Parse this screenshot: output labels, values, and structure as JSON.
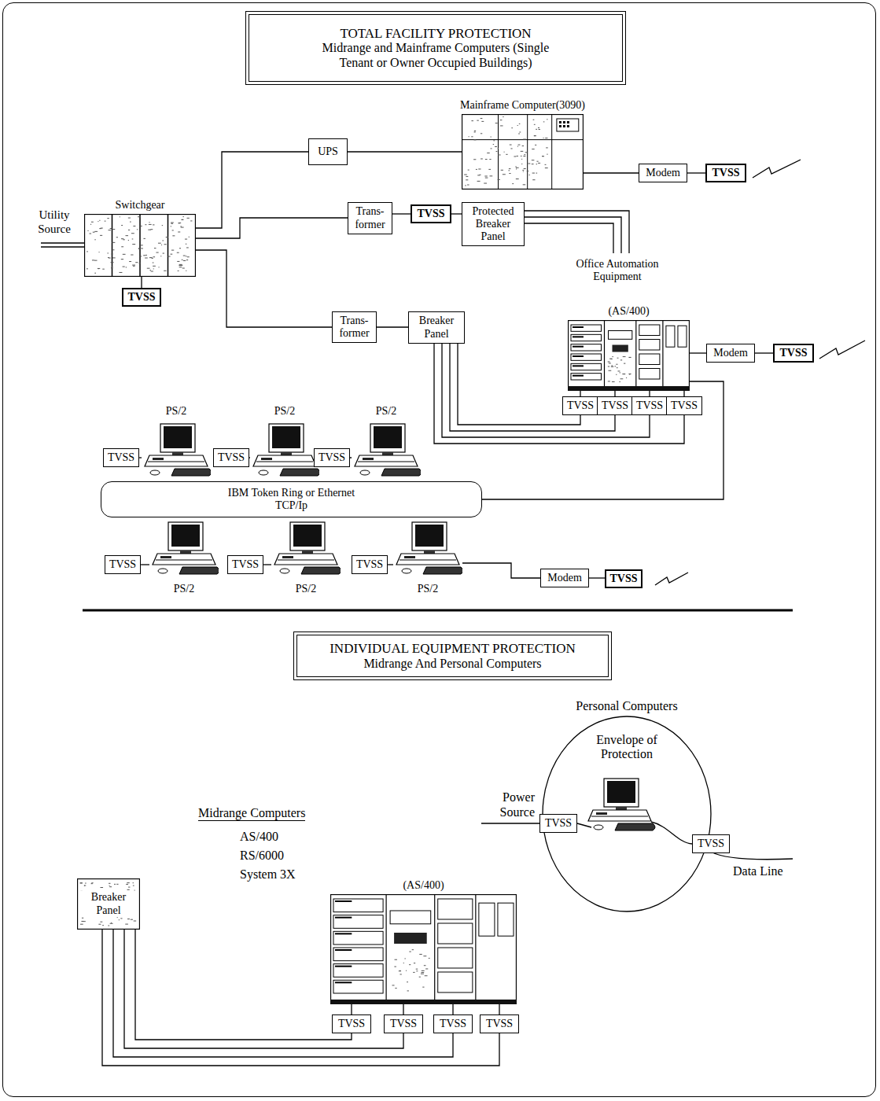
{
  "diagram": {
    "nodes": [
      {
        "text": [
          "TOTAL FACILITY PROTECTION",
          "Midrange and Mainframe Computers (Single Tenant or Owner Occupied Buildings)"
        ]
      },
      {
        "text": [
          "Switchgear"
        ]
      },
      {
        "text": [
          "TVSS"
        ]
      },
      {
        "text": [
          "UPS"
        ]
      },
      {
        "text": [
          "Mainframe Computer(3090)"
        ]
      },
      {
        "text": [
          "Modem"
        ]
      },
      {
        "text": [
          "TVSS"
        ]
      },
      {
        "text": [
          "Trans- former"
        ]
      },
      {
        "text": [
          "TVSS"
        ]
      },
      {
        "text": [
          "Protected Breaker Panel"
        ]
      },
      {
        "text": [
          "Office Automation Equipment"
        ]
      },
      {
        "text": [
          "Trans- former"
        ]
      },
      {
        "text": [
          "Breaker Panel"
        ]
      },
      {
        "text": [
          "(AS/400)"
        ]
      },
      {
        "text": [
          "Modem"
        ]
      },
      {
        "text": [
          "TVSS"
        ]
      },
      {
        "text": [
          "TVSS"
        ]
      },
      {
        "text": [
          "TVSS"
        ]
      },
      {
        "text": [
          "TVSS"
        ]
      },
      {
        "text": [
          "TVSS"
        ]
      },
      {
        "text": [
          "TVSS"
        ]
      },
      {
        "text": [
          "PS/2"
        ]
      },
      {
        "text": [
          "TVSS"
        ]
      },
      {
        "text": [
          "PS/2"
        ]
      },
      {
        "text": [
          "TVSS"
        ]
      },
      {
        "text": [
          "PS/2"
        ]
      },
      {
        "text": [
          "IBM Token Ring or Ethernet TCP/Ip"
        ]
      },
      {
        "text": [
          "TVSS"
        ]
      },
      {
        "text": [
          "PS/2"
        ]
      },
      {
        "text": [
          "TVSS"
        ]
      },
      {
        "text": [
          "PS/2"
        ]
      },
      {
        "text": [
          "TVSS"
        ]
      },
      {
        "text": [
          "PS/2"
        ]
      },
      {
        "text": [
          "Modem"
        ]
      },
      {
        "text": [
          "TVSS"
        ]
      },
      {
        "text": [
          "INDIVIDUAL EQUIPMENT PROTECTION",
          "Midrange And Personal Computers"
        ]
      },
      {
        "text": [
          "Personal Computers",
          "Envelope of Protection"
        ]
      },
      {
        "text": [
          "TVSS"
        ]
      },
      {
        "text": [
          "TVSS"
        ]
      },
      {
        "text": [
          "Breaker Panel"
        ]
      },
      {
        "text": [
          "(AS/400)"
        ]
      },
      {
        "text": [
          "TVSS"
        ]
      },
      {
        "text": [
          "TVSS"
        ]
      },
      {
        "text": [
          "TVSS"
        ]
      },
      {
        "text": [
          "TVSS"
        ]
      }
    ],
    "edges": [
      {
        "from": 1,
        "to": 2,
        "arrow": "none"
      },
      {
        "from": 1,
        "to": 3,
        "arrow": "none"
      },
      {
        "from": 3,
        "to": 4,
        "arrow": "none"
      },
      {
        "from": 4,
        "to": 5,
        "arrow": "none"
      },
      {
        "from": 5,
        "to": 6,
        "arrow": "none"
      },
      {
        "from": 1,
        "to": 7,
        "arrow": "none"
      },
      {
        "from": 7,
        "to": 8,
        "arrow": "none"
      },
      {
        "from": 8,
        "to": 9,
        "arrow": "none"
      },
      {
        "from": 9,
        "to": 10,
        "arrow": "none"
      },
      {
        "from": 1,
        "to": 11,
        "arrow": "none"
      },
      {
        "from": 11,
        "to": 12,
        "arrow": "none"
      },
      {
        "from": 12,
        "to": 16,
        "arrow": "none"
      },
      {
        "from": 12,
        "to": 17,
        "arrow": "none"
      },
      {
        "from": 12,
        "to": 18,
        "arrow": "none"
      },
      {
        "from": 12,
        "to": 19,
        "arrow": "none"
      },
      {
        "from": 13,
        "to": 14,
        "arrow": "none"
      },
      {
        "from": 14,
        "to": 15,
        "arrow": "none"
      },
      {
        "from": 16,
        "to": 13,
        "arrow": "none"
      },
      {
        "from": 17,
        "to": 13,
        "arrow": "none"
      },
      {
        "from": 18,
        "to": 13,
        "arrow": "none"
      },
      {
        "from": 19,
        "to": 13,
        "arrow": "none"
      },
      {
        "from": 13,
        "to": 26,
        "arrow": "none"
      },
      {
        "from": 20,
        "to": 21,
        "arrow": "none"
      },
      {
        "from": 22,
        "to": 23,
        "arrow": "none"
      },
      {
        "from": 24,
        "to": 25,
        "arrow": "none"
      },
      {
        "from": 27,
        "to": 28,
        "arrow": "none"
      },
      {
        "from": 29,
        "to": 30,
        "arrow": "none"
      },
      {
        "from": 31,
        "to": 32,
        "arrow": "none"
      },
      {
        "from": 32,
        "to": 33,
        "arrow": "none"
      },
      {
        "from": 33,
        "to": 34,
        "arrow": "none"
      },
      {
        "from": 39,
        "to": 41,
        "arrow": "none"
      },
      {
        "from": 39,
        "to": 42,
        "arrow": "none"
      },
      {
        "from": 39,
        "to": 43,
        "arrow": "none"
      },
      {
        "from": 39,
        "to": 44,
        "arrow": "none"
      },
      {
        "from": 41,
        "to": 40,
        "arrow": "none"
      },
      {
        "from": 42,
        "to": 40,
        "arrow": "none"
      },
      {
        "from": 43,
        "to": 40,
        "arrow": "none"
      },
      {
        "from": 44,
        "to": 40,
        "arrow": "none"
      }
    ],
    "labels": [
      "Utility Source",
      "Midrange Computers",
      "AS/400",
      "RS/6000",
      "System 3X",
      "Power Source",
      "Data Line"
    ]
  }
}
